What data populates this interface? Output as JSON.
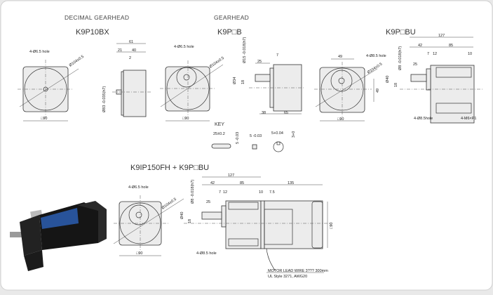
{
  "sections": {
    "decimal_gearhead": {
      "category": "DECIMAL GEARHEAD",
      "model": "K9P10BX",
      "labels": {
        "hole": "4-Ø6.5 hole",
        "pcd": "Ø104±0.5",
        "square": "□90",
        "overall": "61",
        "a": "21",
        "b": "40",
        "c": "2",
        "dia": "Ø83 -0.035(h7)"
      }
    },
    "gearhead": {
      "category": "GEARHEAD",
      "model": "K9P□B",
      "labels": {
        "hole": "4-Ø6.5 hole",
        "pcd": "Ø104±0.5",
        "square": "□90",
        "shaft_dia": "Ø15 -0.018(h7)",
        "a": "7",
        "b": "25",
        "c": "38",
        "d": "65",
        "e": "Ø34",
        "f": "18"
      }
    },
    "gearhead_bu": {
      "model": "K9P□BU",
      "labels": {
        "w": "49",
        "h": "49",
        "hole": "4-Ø8.5 hole",
        "pcd": "Ø104±0.5",
        "square": "□90",
        "overall": "127",
        "a": "42",
        "b": "85",
        "c": "7",
        "d": "12",
        "e": "10",
        "f": "25",
        "shaft": "Ø8 -0.018(h7)",
        "g": "Ø40",
        "i": "18",
        "hole2": "4-Ø8.5hole",
        "tap": "4-M6×P1"
      }
    },
    "key": {
      "title": "KEY",
      "length": "25±0.2",
      "height": "5 -0.03",
      "width": "5 -0.03",
      "slot": "5+0.04",
      "depth": "3+0"
    },
    "combo": {
      "model": "K9IP150FH + K9P□BU",
      "labels": {
        "hole": "4-Ø6.5 hole",
        "pcd": "Ø104±0.5",
        "square": "□90",
        "overall": "127",
        "a": "42",
        "b": "85",
        "c": "135",
        "d": "7",
        "e": "12",
        "f": "10",
        "g": "7.5",
        "h": "25",
        "shaft": "Ø8 -0.018(h7)",
        "i": "Ø40",
        "j": "18",
        "k": "□90",
        "hole2": "4-Ø8.5 hole",
        "wire1": "MOTOR LEAD WIRE 3??? 300mm",
        "wire2": "UL Style 3271, AWG20"
      }
    }
  },
  "colors": {
    "accent_label": "#2a5aa8",
    "motor": "#1a1a1a"
  }
}
